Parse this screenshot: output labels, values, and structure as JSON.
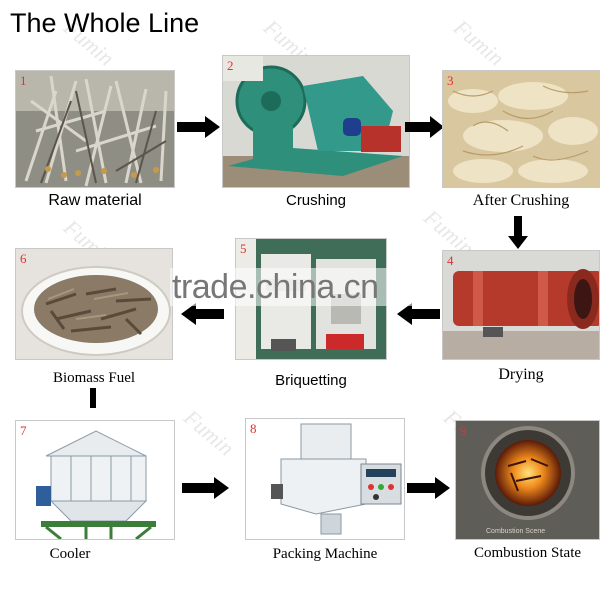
{
  "title": "The Whole Line",
  "watermark": "Fumin",
  "overlay_text": "trade.china.cn",
  "steps": [
    {
      "number": "1",
      "caption": "Raw material"
    },
    {
      "number": "2",
      "caption": "Crushing"
    },
    {
      "number": "3",
      "caption": "After Crushing"
    },
    {
      "number": "4",
      "caption": "Drying"
    },
    {
      "number": "5",
      "caption": "Briquetting"
    },
    {
      "number": "6",
      "caption": "Biomass Fuel"
    },
    {
      "number": "7",
      "caption": "Cooler"
    },
    {
      "number": "8",
      "caption": "Packing Machine"
    },
    {
      "number": "9",
      "caption": "Combustion State",
      "inner_label": "Combustion Scene"
    }
  ],
  "colors": {
    "arrow": "#000000",
    "step_number": "#dd3333",
    "machine_green": "#2e8f7a",
    "panel_border": "#c8c8c8"
  }
}
